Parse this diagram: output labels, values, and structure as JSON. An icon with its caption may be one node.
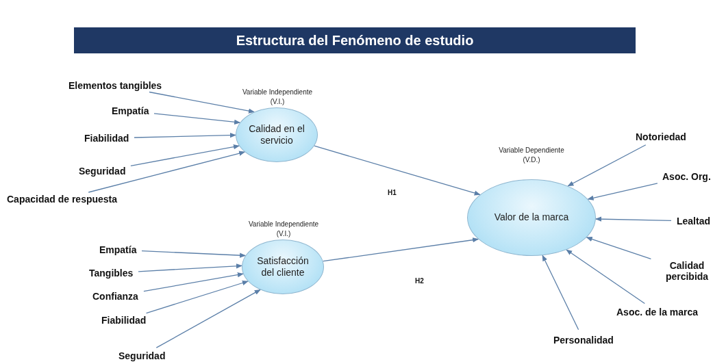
{
  "diagram": {
    "title": "Estructura del Fenómeno de estudio",
    "nodes": [
      {
        "text": [
          "Calidad en el servicio"
        ],
        "beside": [
          "Variable Independiente (V.I.)"
        ]
      },
      {
        "text": [
          "Satisfacción del cliente"
        ],
        "beside": [
          "Variable Independiente (V.I.)"
        ]
      },
      {
        "text": [
          "Valor de la marca"
        ],
        "beside": [
          "Variable Dependiente (V.D.)"
        ]
      },
      {
        "text": [
          "Elementos tangibles"
        ]
      },
      {
        "text": [
          "Empatía"
        ]
      },
      {
        "text": [
          "Fiabilidad"
        ]
      },
      {
        "text": [
          "Seguridad"
        ]
      },
      {
        "text": [
          "Capacidad de respuesta"
        ]
      },
      {
        "text": [
          "Empatía"
        ]
      },
      {
        "text": [
          "Tangibles"
        ]
      },
      {
        "text": [
          "Confianza"
        ]
      },
      {
        "text": [
          "Fiabilidad"
        ]
      },
      {
        "text": [
          "Seguridad"
        ]
      },
      {
        "text": [
          "Notoriedad"
        ]
      },
      {
        "text": [
          "Asoc. Org."
        ]
      },
      {
        "text": [
          "Lealtad"
        ]
      },
      {
        "text": [
          "Calidad percibida"
        ]
      },
      {
        "text": [
          "Asoc. de la marca"
        ]
      },
      {
        "text": [
          "Personalidad"
        ]
      }
    ],
    "edges": [
      {
        "from": 0,
        "to": 2,
        "arrow": "to",
        "label": "H1"
      },
      {
        "from": 1,
        "to": 2,
        "arrow": "to",
        "label": "H2"
      },
      {
        "from": 3,
        "to": 0,
        "arrow": "to"
      },
      {
        "from": 4,
        "to": 0,
        "arrow": "to"
      },
      {
        "from": 5,
        "to": 0,
        "arrow": "to"
      },
      {
        "from": 6,
        "to": 0,
        "arrow": "to"
      },
      {
        "from": 7,
        "to": 0,
        "arrow": "to"
      },
      {
        "from": 8,
        "to": 1,
        "arrow": "to"
      },
      {
        "from": 9,
        "to": 1,
        "arrow": "to"
      },
      {
        "from": 10,
        "to": 1,
        "arrow": "to"
      },
      {
        "from": 11,
        "to": 1,
        "arrow": "to"
      },
      {
        "from": 12,
        "to": 1,
        "arrow": "to"
      },
      {
        "from": 13,
        "to": 2,
        "arrow": "to"
      },
      {
        "from": 14,
        "to": 2,
        "arrow": "to"
      },
      {
        "from": 15,
        "to": 2,
        "arrow": "to"
      },
      {
        "from": 16,
        "to": 2,
        "arrow": "to"
      },
      {
        "from": 17,
        "to": 2,
        "arrow": "to"
      },
      {
        "from": 18,
        "to": 2,
        "arrow": "to"
      }
    ]
  }
}
